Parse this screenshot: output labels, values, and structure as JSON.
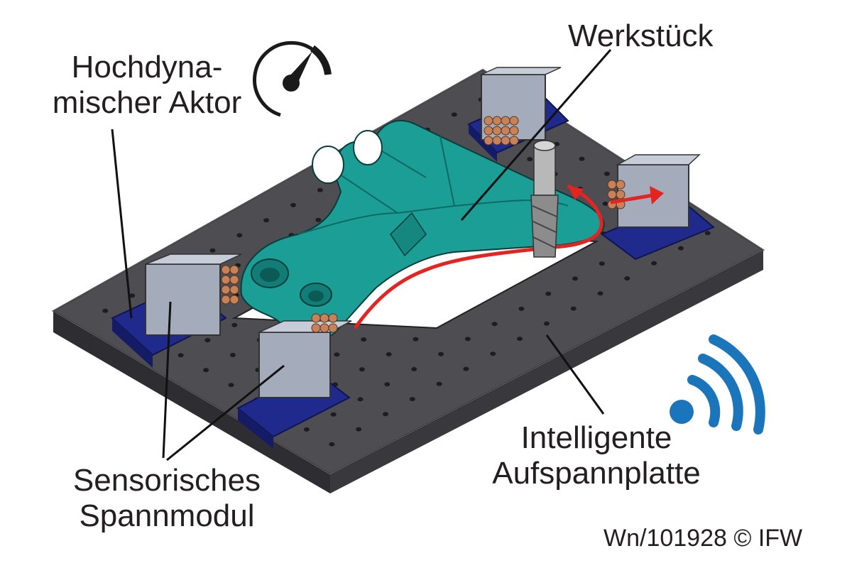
{
  "labels": {
    "actuator_line1": "Hochdyna-",
    "actuator_line2": "mischer Aktor",
    "workpiece": "Werkstück",
    "module_line1": "Sensorisches",
    "module_line2": "Spannmodul",
    "plate_line1": "Intelligente",
    "plate_line2": "Aufspannplatte"
  },
  "credit": "Wn/101928 © IFW",
  "icons": {
    "actuator": "speedometer-icon",
    "plate": "wireless-signal-icon"
  },
  "colors": {
    "plate": "#4a4a4f",
    "workpiece": "#1a9e96",
    "clamp_base": "#1f2a8c",
    "clamp_block": "#9aa3b3",
    "actuator": "#c8825a",
    "toolpath": "#e52320",
    "wifi": "#1b75bb",
    "text": "#231f20"
  }
}
